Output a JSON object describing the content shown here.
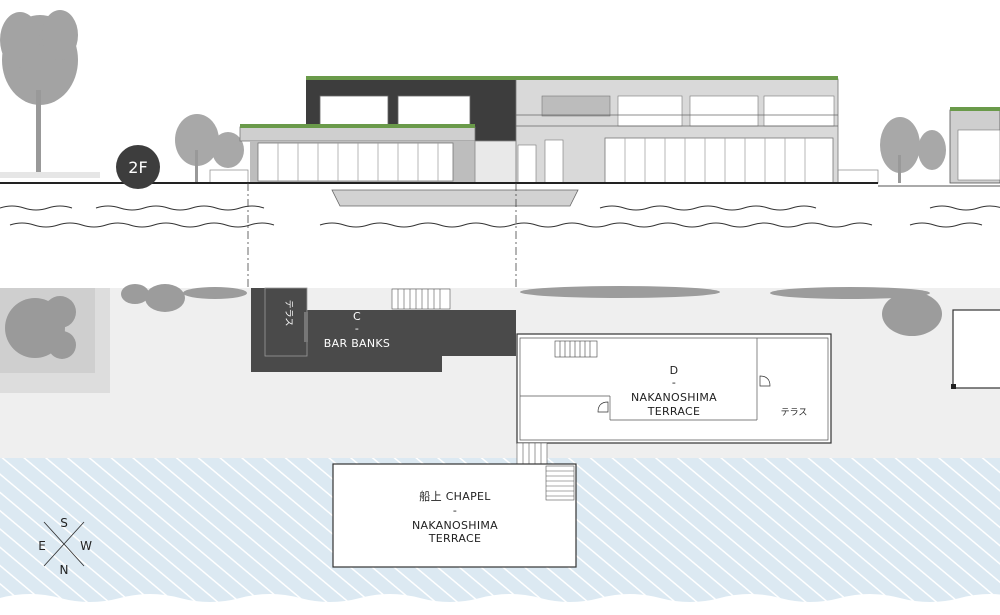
{
  "floor_badge": "2F",
  "rooms": {
    "c": {
      "letter": "C",
      "dash": "-",
      "name": "BAR BANKS",
      "terrace": "テラス"
    },
    "d": {
      "letter": "D",
      "dash": "-",
      "name_line1": "NAKANOSHIMA",
      "name_line2": "TERRACE",
      "terrace": "テラス"
    },
    "chapel": {
      "title": "船上 CHAPEL",
      "dash": "-",
      "name_line1": "NAKANOSHIMA",
      "name_line2": "TERRACE"
    }
  },
  "compass": {
    "north": "N",
    "south": "S",
    "east": "E",
    "west": "W"
  },
  "colors": {
    "dark_room": "#4a4a4a",
    "water": "#dce9f2",
    "ground": "#eeeeee",
    "greenery": "#6a9a4a",
    "tree": "#9a9a9a"
  }
}
